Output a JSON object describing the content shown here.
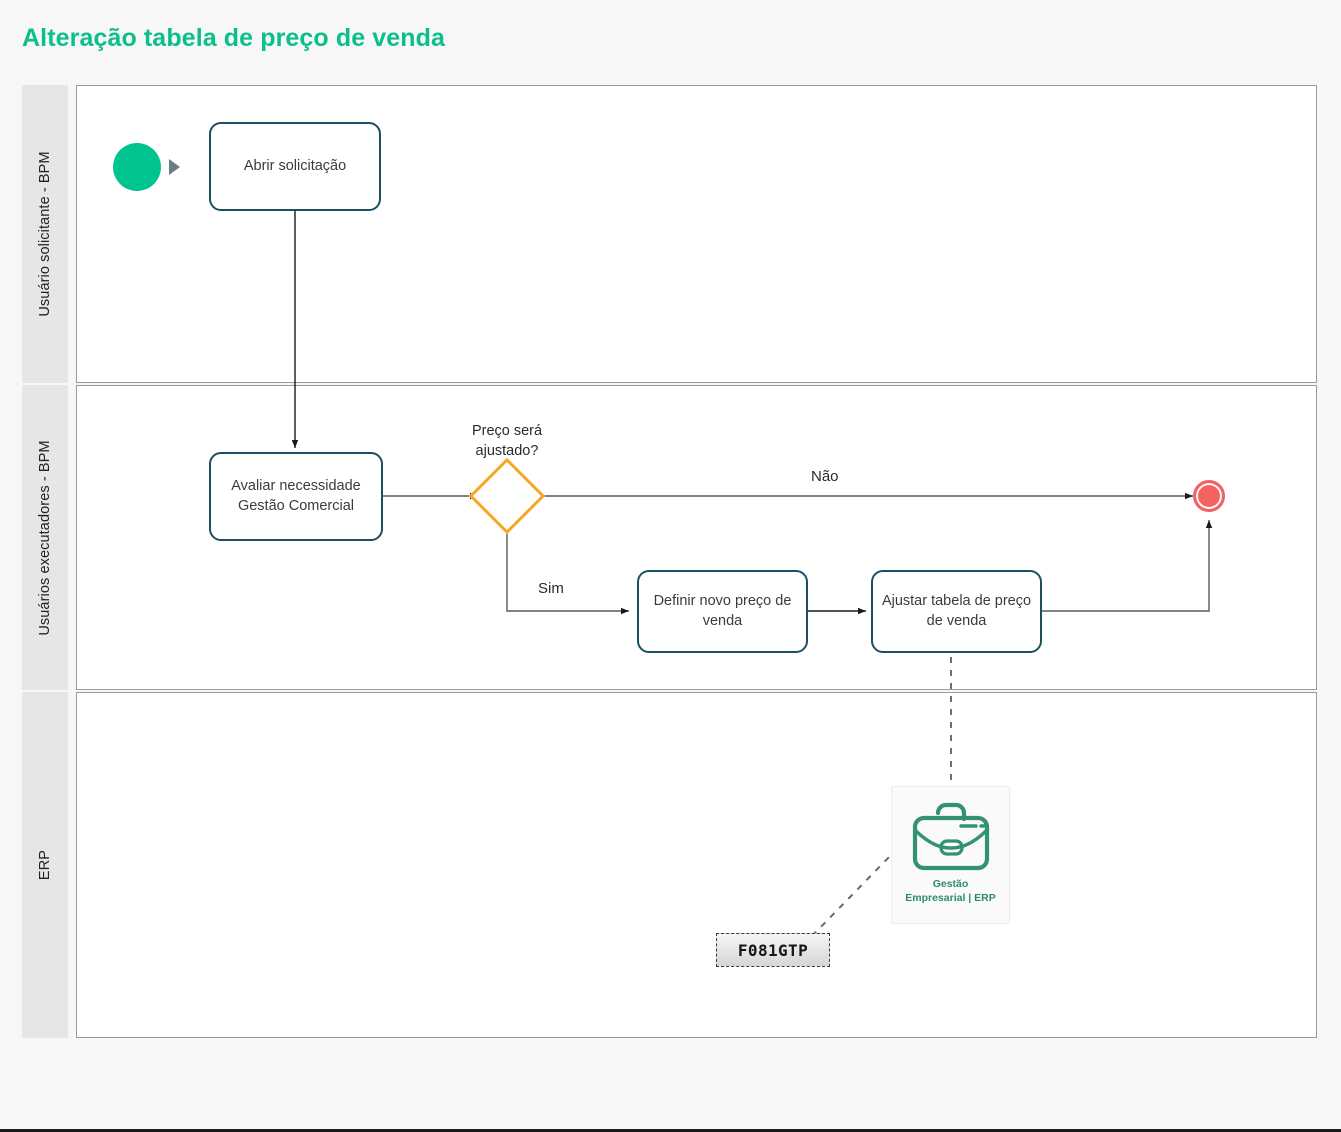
{
  "page": {
    "title": "Alteração tabela de preço de venda",
    "background_color": "#f7f7f7",
    "title_color": "#0bbf8a"
  },
  "diagram": {
    "type": "bpmn-swimlane",
    "lanes": [
      {
        "id": "lane-0",
        "label": "Usuário solicitante - BPM"
      },
      {
        "id": "lane-1",
        "label": "Usuários executadores - BPM"
      },
      {
        "id": "lane-2",
        "label": "ERP"
      }
    ],
    "nodes": [
      {
        "id": "start",
        "type": "start-event",
        "label": "",
        "lane": "lane-0",
        "color": "#00c48f"
      },
      {
        "id": "task-abrir",
        "type": "task",
        "label": "Abrir solicitação",
        "lane": "lane-0"
      },
      {
        "id": "task-avaliar",
        "type": "task",
        "label": "Avaliar necessidade Gestão Comercial",
        "lane": "lane-1"
      },
      {
        "id": "gateway-preco",
        "type": "exclusive-gateway",
        "label": "Preço será\najustado?",
        "lane": "lane-1",
        "color": "#f5a623"
      },
      {
        "id": "task-definir",
        "type": "task",
        "label": "Definir novo preço de venda",
        "lane": "lane-1"
      },
      {
        "id": "task-ajustar",
        "type": "task",
        "label": "Ajustar tabela de preço de venda",
        "lane": "lane-1"
      },
      {
        "id": "end",
        "type": "end-event",
        "label": "",
        "lane": "lane-1",
        "color": "#f4615f"
      }
    ],
    "edges": [
      {
        "from": "start",
        "to": "task-abrir",
        "label": ""
      },
      {
        "from": "task-abrir",
        "to": "task-avaliar",
        "label": ""
      },
      {
        "from": "task-avaliar",
        "to": "gateway-preco",
        "label": ""
      },
      {
        "from": "gateway-preco",
        "to": "end",
        "label": "Não"
      },
      {
        "from": "gateway-preco",
        "to": "task-definir",
        "label": "Sim"
      },
      {
        "from": "task-definir",
        "to": "task-ajustar",
        "label": ""
      },
      {
        "from": "task-ajustar",
        "to": "end",
        "label": ""
      }
    ],
    "artifacts": [
      {
        "id": "erp-system",
        "type": "system-icon",
        "icon": "briefcase-icon",
        "caption_line1": "Gestão",
        "caption_line2": "Empresarial | ERP",
        "color": "#2e8b6f",
        "lane": "lane-2"
      },
      {
        "id": "code-chip",
        "type": "code-label",
        "label": "F081GTP",
        "lane": "lane-2"
      }
    ],
    "labels": {
      "gateway_question": "Preço será\najustado?",
      "branch_no": "Não",
      "branch_yes": "Sim"
    }
  }
}
